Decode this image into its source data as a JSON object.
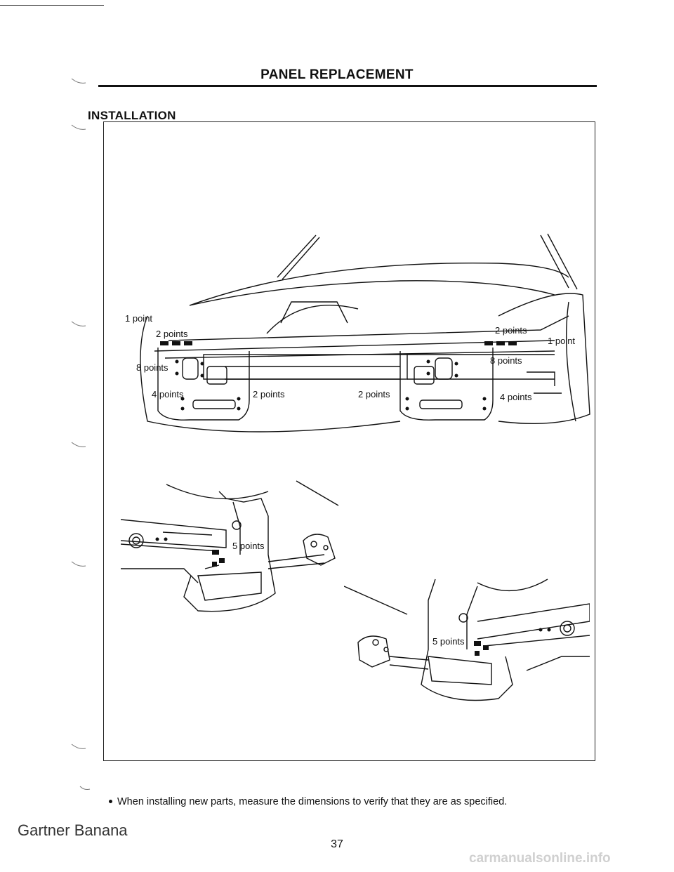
{
  "header": {
    "title": "PANEL REPLACEMENT"
  },
  "section": {
    "title": "INSTALLATION"
  },
  "figure": {
    "top_labels": {
      "left_1_point": "1 point",
      "left_2_points_upper": "2 points",
      "left_8_points": "8 points",
      "left_4_points": "4 points",
      "center_left_2_points": "2 points",
      "center_right_2_points": "2 points",
      "right_2_points_upper": "2 points",
      "right_1_point": "1 point",
      "right_8_points": "8 points",
      "right_4_points": "4 points"
    },
    "bottom_left_label": "5 points",
    "bottom_right_label": "5 points"
  },
  "note": {
    "text": "When installing new parts, measure the dimensions to verify that they are as specified."
  },
  "footer": {
    "watermark": "Gartner Banana",
    "page_number": "37",
    "site": "carmanualsonline.info"
  }
}
